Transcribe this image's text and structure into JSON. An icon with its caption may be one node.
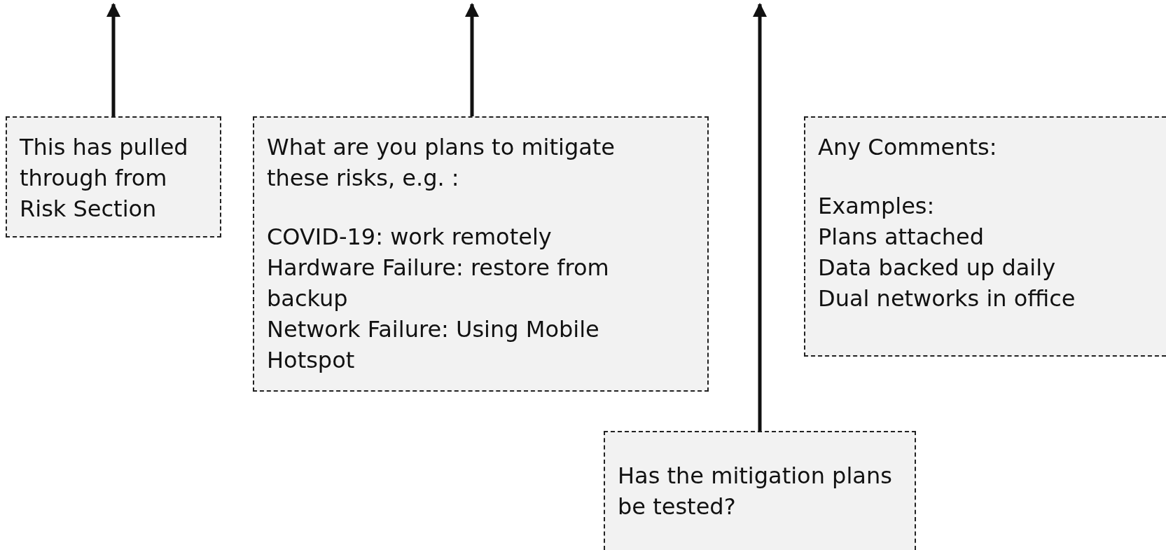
{
  "diagram": {
    "nodes": [
      {
        "text": [
          "This has pulled through from Risk Section"
        ]
      },
      {
        "text": [
          "What are you plans to mitigate these risks, e.g. :",
          "COVID-19: work remotely",
          "Hardware Failure: restore from backup",
          "Network Failure: Using Mobile Hotspot"
        ]
      },
      {
        "text": [
          "Any Comments:",
          "Examples:",
          "Plans attached",
          "Data backed up daily",
          "Dual networks in office"
        ]
      },
      {
        "text": [
          "Has the mitigation plans be tested?"
        ]
      }
    ],
    "edges": [
      {
        "from": 0,
        "to": null,
        "arrow": "to"
      },
      {
        "from": 1,
        "to": null,
        "arrow": "to"
      },
      {
        "from": 3,
        "to": null,
        "arrow": "to"
      }
    ]
  }
}
